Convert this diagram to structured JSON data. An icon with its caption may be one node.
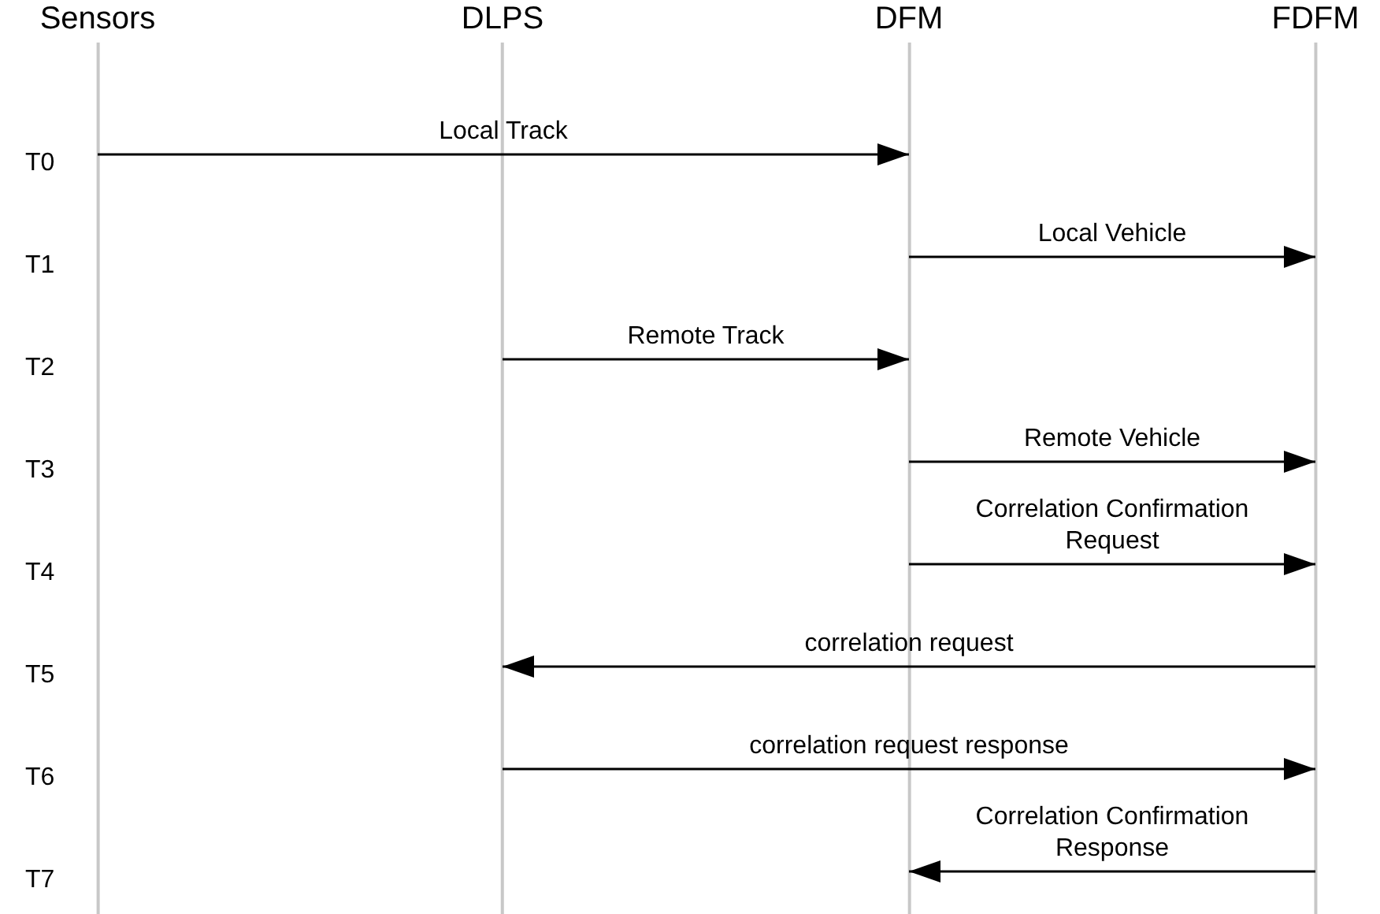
{
  "diagram": {
    "nodes": [
      {
        "text": [
          "Sensors"
        ]
      },
      {
        "text": [
          "DLPS"
        ]
      },
      {
        "text": [
          "DFM"
        ]
      },
      {
        "text": [
          "FDFM"
        ]
      }
    ],
    "edges": [
      {
        "from": 0,
        "to": 2,
        "arrow": "to",
        "label": "Local Track"
      },
      {
        "from": 2,
        "to": 3,
        "arrow": "to",
        "label": "Local Vehicle"
      },
      {
        "from": 1,
        "to": 2,
        "arrow": "to",
        "label": "Remote Track"
      },
      {
        "from": 2,
        "to": 3,
        "arrow": "to",
        "label": "Remote Vehicle"
      },
      {
        "from": 2,
        "to": 3,
        "arrow": "to",
        "label": "Correlation Confirmation Request"
      },
      {
        "from": 3,
        "to": 1,
        "arrow": "to",
        "label": "correlation request"
      },
      {
        "from": 1,
        "to": 3,
        "arrow": "to",
        "label": "correlation request response"
      },
      {
        "from": 3,
        "to": 2,
        "arrow": "to",
        "label": "Correlation Confirmation Response"
      }
    ],
    "labels": [
      "T0",
      "T1",
      "T2",
      "T3",
      "T4",
      "T5",
      "T6",
      "T7"
    ]
  }
}
